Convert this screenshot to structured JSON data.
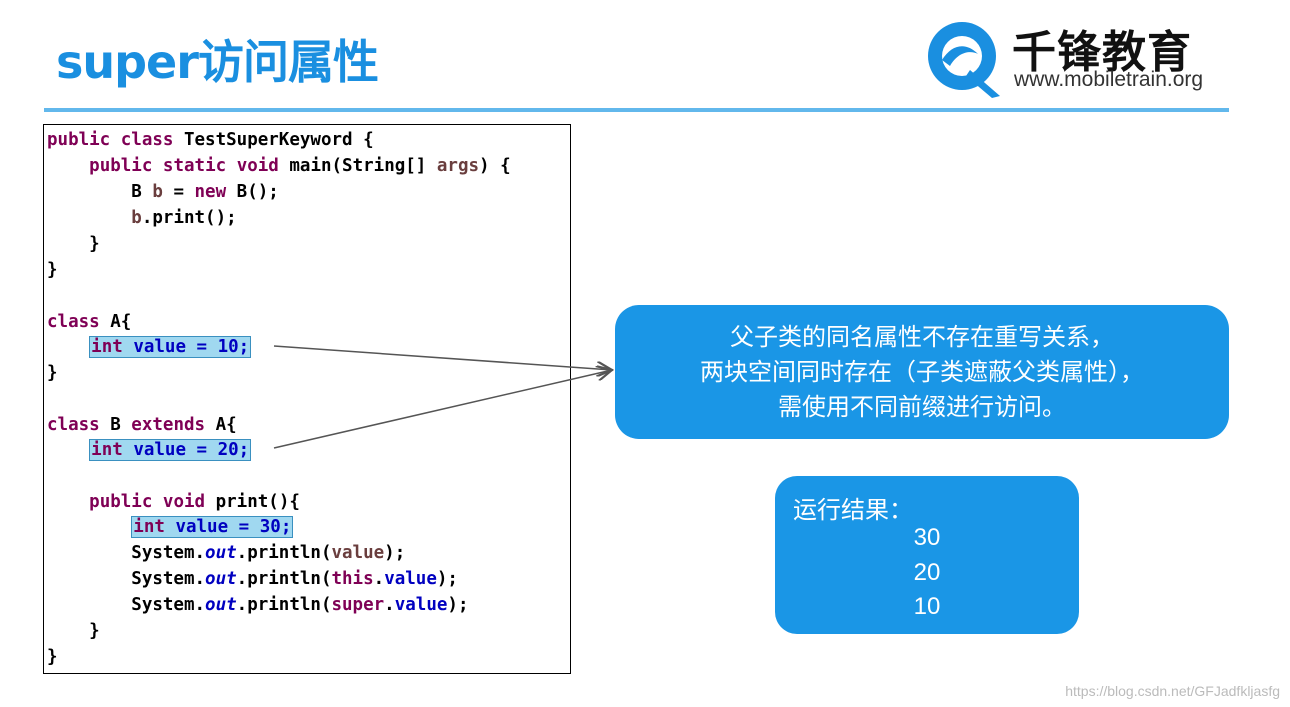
{
  "slide": {
    "title": "super访问属性",
    "brand": {
      "name": "千锋教育",
      "url": "www.mobiletrain.org"
    },
    "accent_color": "#1a96e6",
    "rule_color": "#62b8ec"
  },
  "code": {
    "l1": [
      "public",
      " ",
      "class",
      " TestSuperKeyword {"
    ],
    "l2": [
      "    ",
      "public",
      " ",
      "static",
      " ",
      "void",
      " main(String[] ",
      "args",
      ") {"
    ],
    "l3": [
      "        B ",
      "b",
      " = ",
      "new",
      " B();"
    ],
    "l4": [
      "        ",
      "b",
      ".print();"
    ],
    "l5": "    }",
    "l6": "}",
    "l8": [
      "class",
      " A{"
    ],
    "l9_pre": "    ",
    "l9_hl": [
      "int",
      " ",
      "value",
      " = 10;"
    ],
    "l10": "}",
    "l12": [
      "class",
      " B ",
      "extends",
      " A{"
    ],
    "l13_pre": "    ",
    "l13_hl": [
      "int",
      " ",
      "value",
      " = 20;"
    ],
    "l15": [
      "    ",
      "public",
      " ",
      "void",
      " print(){"
    ],
    "l16_pre": "        ",
    "l16_hl": [
      "int",
      " ",
      "value",
      " = 30;"
    ],
    "l17": [
      "        System.",
      "out",
      ".println(",
      "value",
      ");"
    ],
    "l18": [
      "        System.",
      "out",
      ".println(",
      "this",
      ".",
      "value",
      ");"
    ],
    "l19": [
      "        System.",
      "out",
      ".println(",
      "super",
      ".",
      "value",
      ");"
    ],
    "l20": "    }",
    "l21": "}"
  },
  "callout": {
    "line1": "父子类的同名属性不存在重写关系，",
    "line2": "两块空间同时存在（子类遮蔽父类属性），",
    "line3": "需使用不同前缀进行访问。"
  },
  "result": {
    "title": "运行结果：",
    "values": [
      "30",
      "20",
      "10"
    ]
  },
  "watermark": "https://blog.csdn.net/GFJadfkljasfg"
}
